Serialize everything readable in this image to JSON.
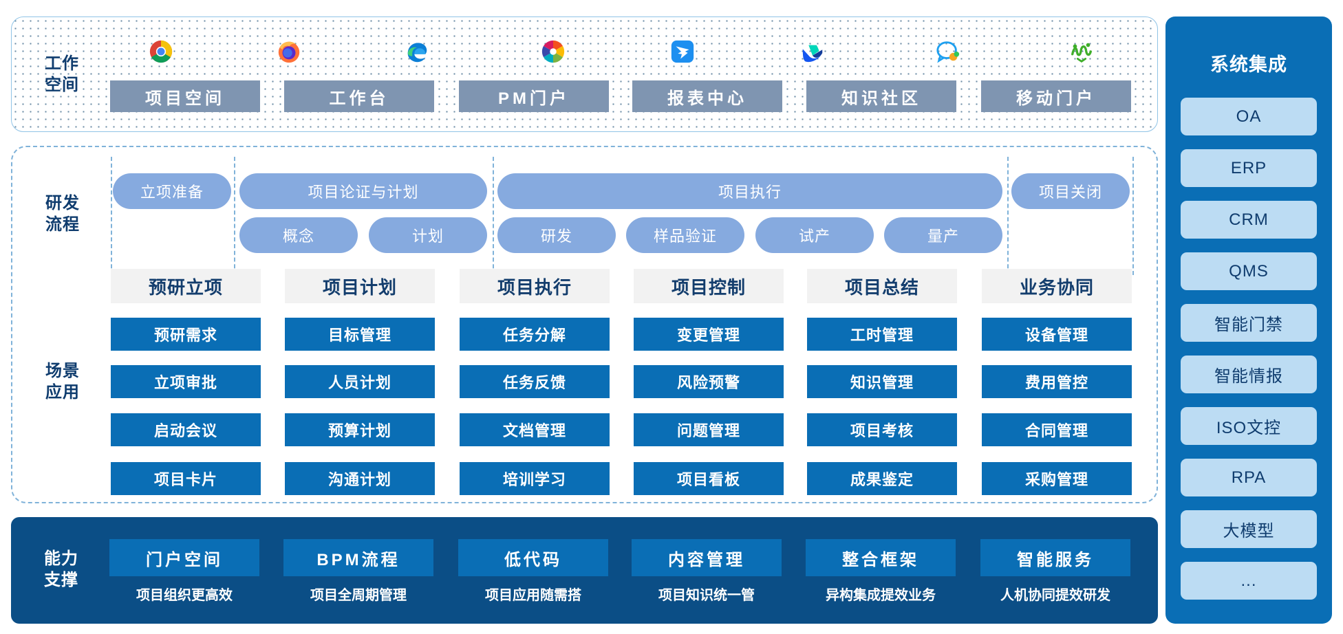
{
  "workspace": {
    "label": "工作\n空间",
    "items": [
      {
        "icon": "chrome-icon",
        "label": "项目空间"
      },
      {
        "icon": "firefox-icon",
        "label": "工作台"
      },
      {
        "icon": "edge-icon",
        "label": "PM门户"
      },
      {
        "icon": "pinwheel-browser-icon",
        "label": "报表中心"
      },
      {
        "icon": "dingtalk-icon",
        "label": "知识社区"
      },
      {
        "icon": "feishu-icon",
        "label": "移动门户"
      },
      {
        "icon": "chat-app-icon",
        "label": ""
      },
      {
        "icon": "green-app-icon",
        "label": ""
      }
    ]
  },
  "rd_process": {
    "label": "研发\n流程",
    "stages": [
      "立项准备",
      "项目论证与计划",
      "项目执行",
      "项目关闭"
    ],
    "substages": [
      "概念",
      "计划",
      "研发",
      "样品验证",
      "试产",
      "量产"
    ]
  },
  "scenarios": {
    "label": "场景\n应用",
    "columns": [
      {
        "header": "预研立项",
        "items": [
          "预研需求",
          "立项审批",
          "启动会议",
          "项目卡片"
        ]
      },
      {
        "header": "项目计划",
        "items": [
          "目标管理",
          "人员计划",
          "预算计划",
          "沟通计划"
        ]
      },
      {
        "header": "项目执行",
        "items": [
          "任务分解",
          "任务反馈",
          "文档管理",
          "培训学习"
        ]
      },
      {
        "header": "项目控制",
        "items": [
          "变更管理",
          "风险预警",
          "问题管理",
          "项目看板"
        ]
      },
      {
        "header": "项目总结",
        "items": [
          "工时管理",
          "知识管理",
          "项目考核",
          "成果鉴定"
        ]
      },
      {
        "header": "业务协同",
        "items": [
          "设备管理",
          "费用管控",
          "合同管理",
          "采购管理"
        ]
      }
    ]
  },
  "capability": {
    "label": "能力\n支撑",
    "items": [
      {
        "title": "门户空间",
        "subtitle": "项目组织更高效"
      },
      {
        "title": "BPM流程",
        "subtitle": "项目全周期管理"
      },
      {
        "title": "低代码",
        "subtitle": "项目应用随需搭"
      },
      {
        "title": "内容管理",
        "subtitle": "项目知识统一管"
      },
      {
        "title": "整合框架",
        "subtitle": "异构集成提效业务"
      },
      {
        "title": "智能服务",
        "subtitle": "人机协同提效研发"
      }
    ]
  },
  "system_integration": {
    "title": "系统集成",
    "items": [
      "OA",
      "ERP",
      "CRM",
      "QMS",
      "智能门禁",
      "智能情报",
      "ISO文控",
      "RPA",
      "大模型",
      "..."
    ]
  },
  "colors": {
    "primary_blue": "#0a6eb5",
    "dark_navy": "#0b4e86",
    "gray_button": "#7f95b1",
    "pill_blue": "#86aadf",
    "light_blue_item": "#bcdcf3",
    "header_gray": "#f2f2f2",
    "label_navy": "#0f3c6e"
  }
}
